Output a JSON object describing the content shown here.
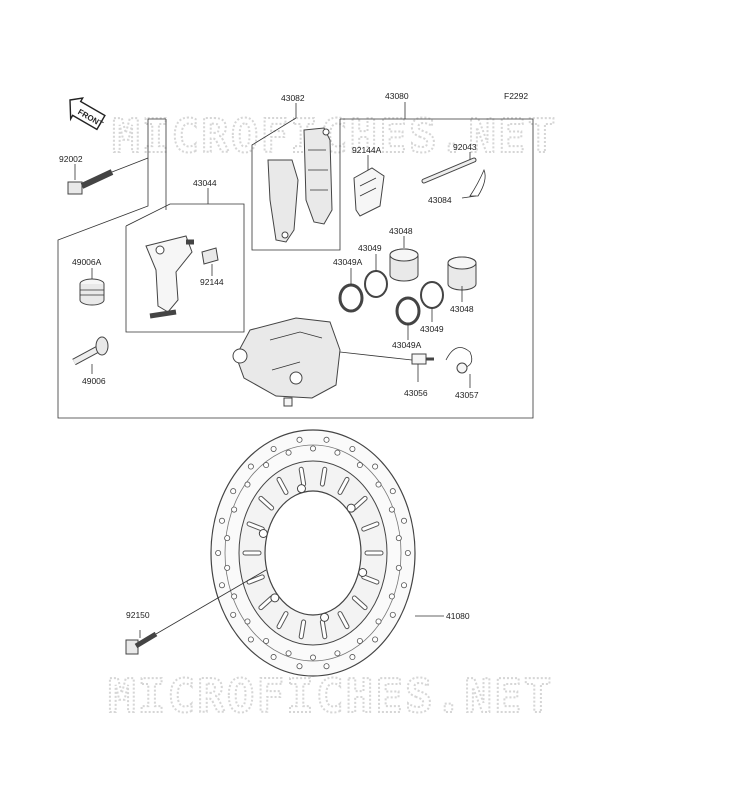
{
  "figure_code": "F2292",
  "front_label": "FRONT",
  "watermark": "MICROFICHES.NET",
  "parts": {
    "p92002": "92002",
    "p43044": "43044",
    "p43082": "43082",
    "p43080": "43080",
    "p92144A": "92144A",
    "p92043": "92043",
    "p43084": "43084",
    "p43048a": "43048",
    "p43048b": "43048",
    "p43049a": "43049",
    "p43049b": "43049",
    "p43049Aa": "43049A",
    "p43049Ab": "43049A",
    "p49006A": "49006A",
    "p92144": "92144",
    "p49006": "49006",
    "p43056": "43056",
    "p43057": "43057",
    "p92150": "92150",
    "p41080": "41080"
  }
}
